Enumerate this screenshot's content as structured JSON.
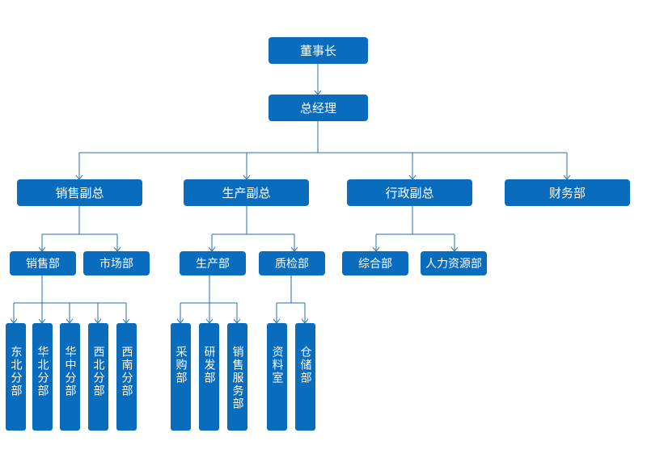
{
  "org": {
    "chairman": "董事长",
    "gm": "总经理",
    "sales_vp": "销售副总",
    "production_vp": "生产副总",
    "admin_vp": "行政副总",
    "finance": "财务部",
    "sales_dept": "销售部",
    "market_dept": "市场部",
    "production_dept": "生产部",
    "qc_dept": "质检部",
    "general_dept": "综合部",
    "hr_dept": "人力资源部",
    "ne_branch": "东北分部",
    "n_branch": "华北分部",
    "c_branch": "华中分部",
    "nw_branch": "西北分部",
    "sw_branch": "西南分部",
    "purchasing": "采购部",
    "rnd": "研发部",
    "sales_service": "销售服务部",
    "archives": "资料室",
    "warehouse": "仓储部"
  },
  "colors": {
    "node": "#0a6cbd",
    "line": "#1f6fb8",
    "text": "#ffffff"
  }
}
